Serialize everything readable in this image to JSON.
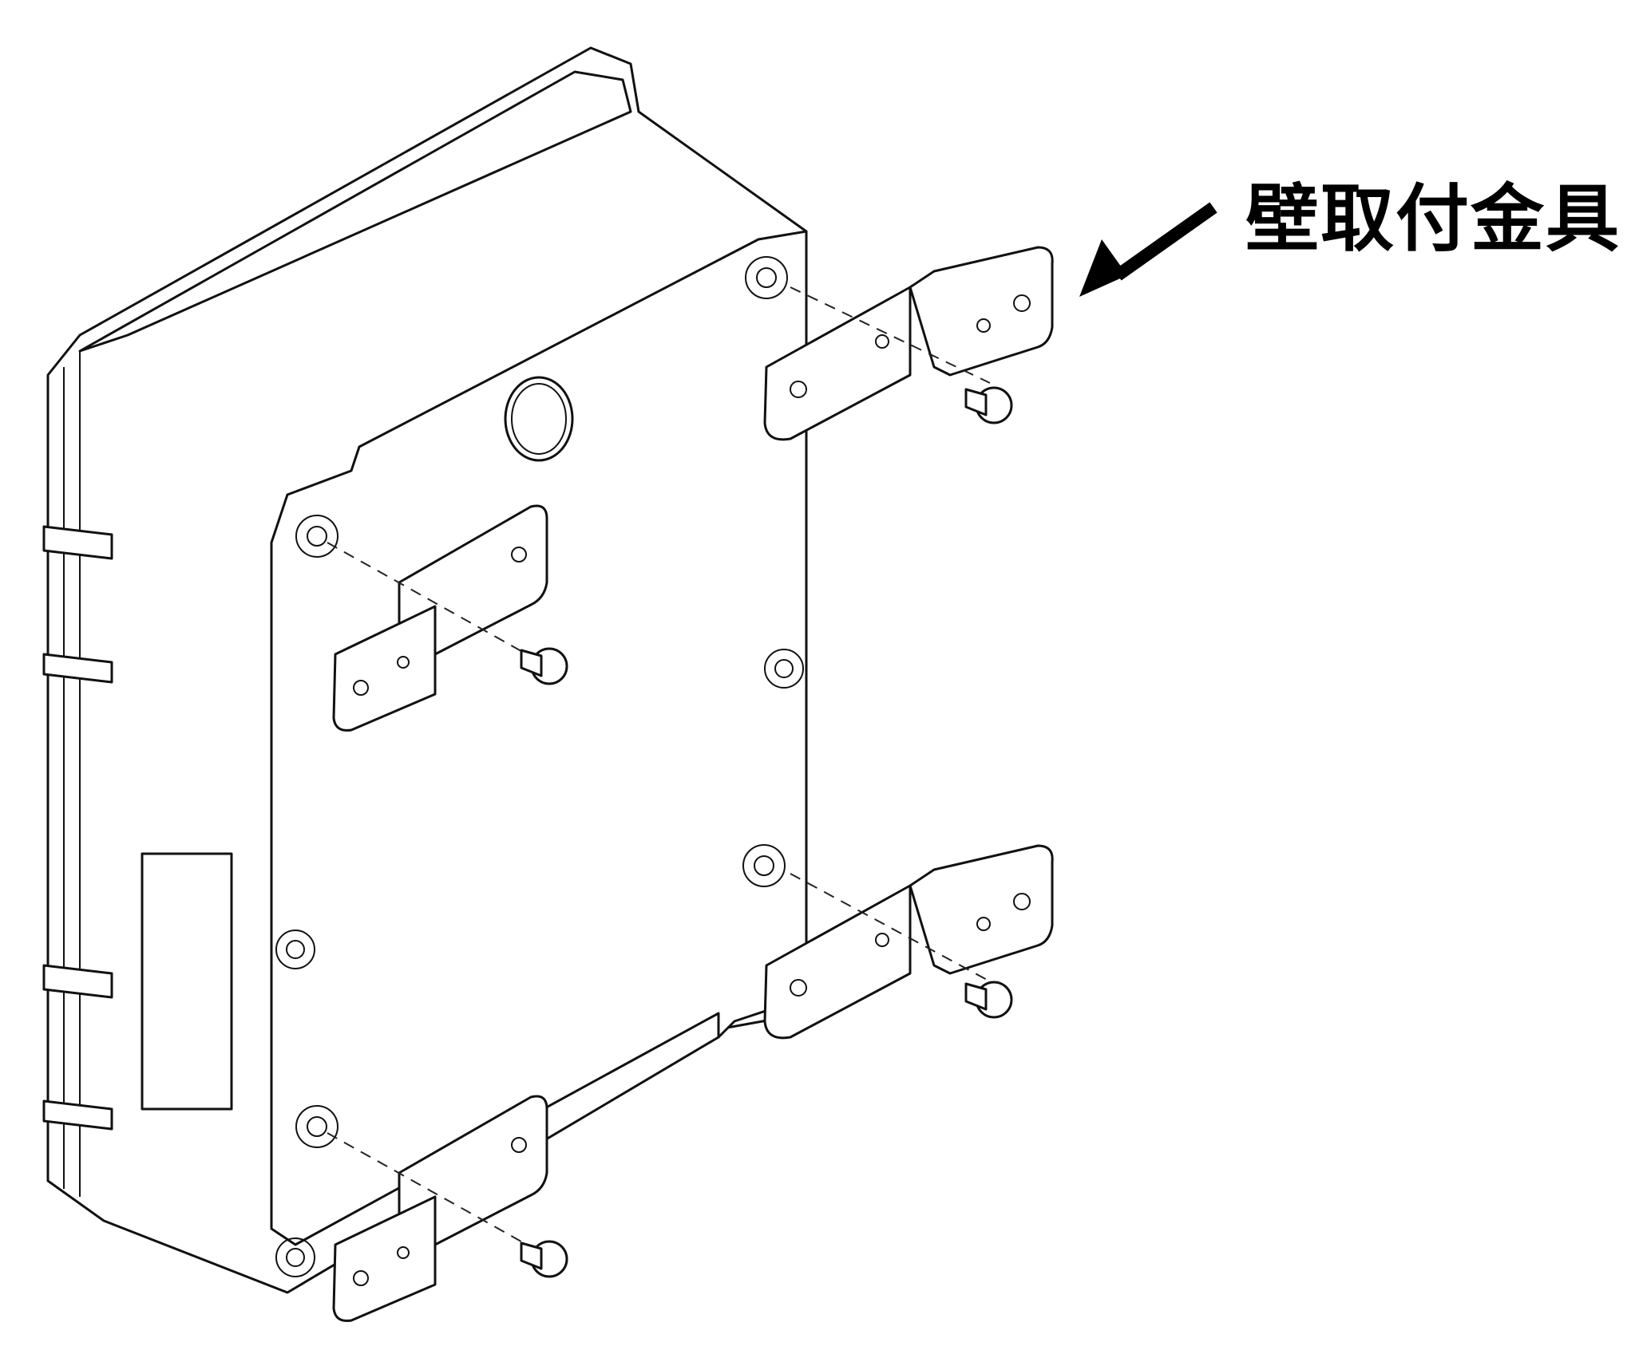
{
  "diagram": {
    "title_label": "壁取付金具",
    "callout_arrow": {
      "direction": "down-left",
      "color": "#000000"
    },
    "parts": [
      {
        "name": "enclosure",
        "description": "Box enclosure with hinged lid, rear view"
      },
      {
        "name": "wall-mount-bracket",
        "count": 4
      },
      {
        "name": "screw",
        "count": 4
      }
    ]
  }
}
